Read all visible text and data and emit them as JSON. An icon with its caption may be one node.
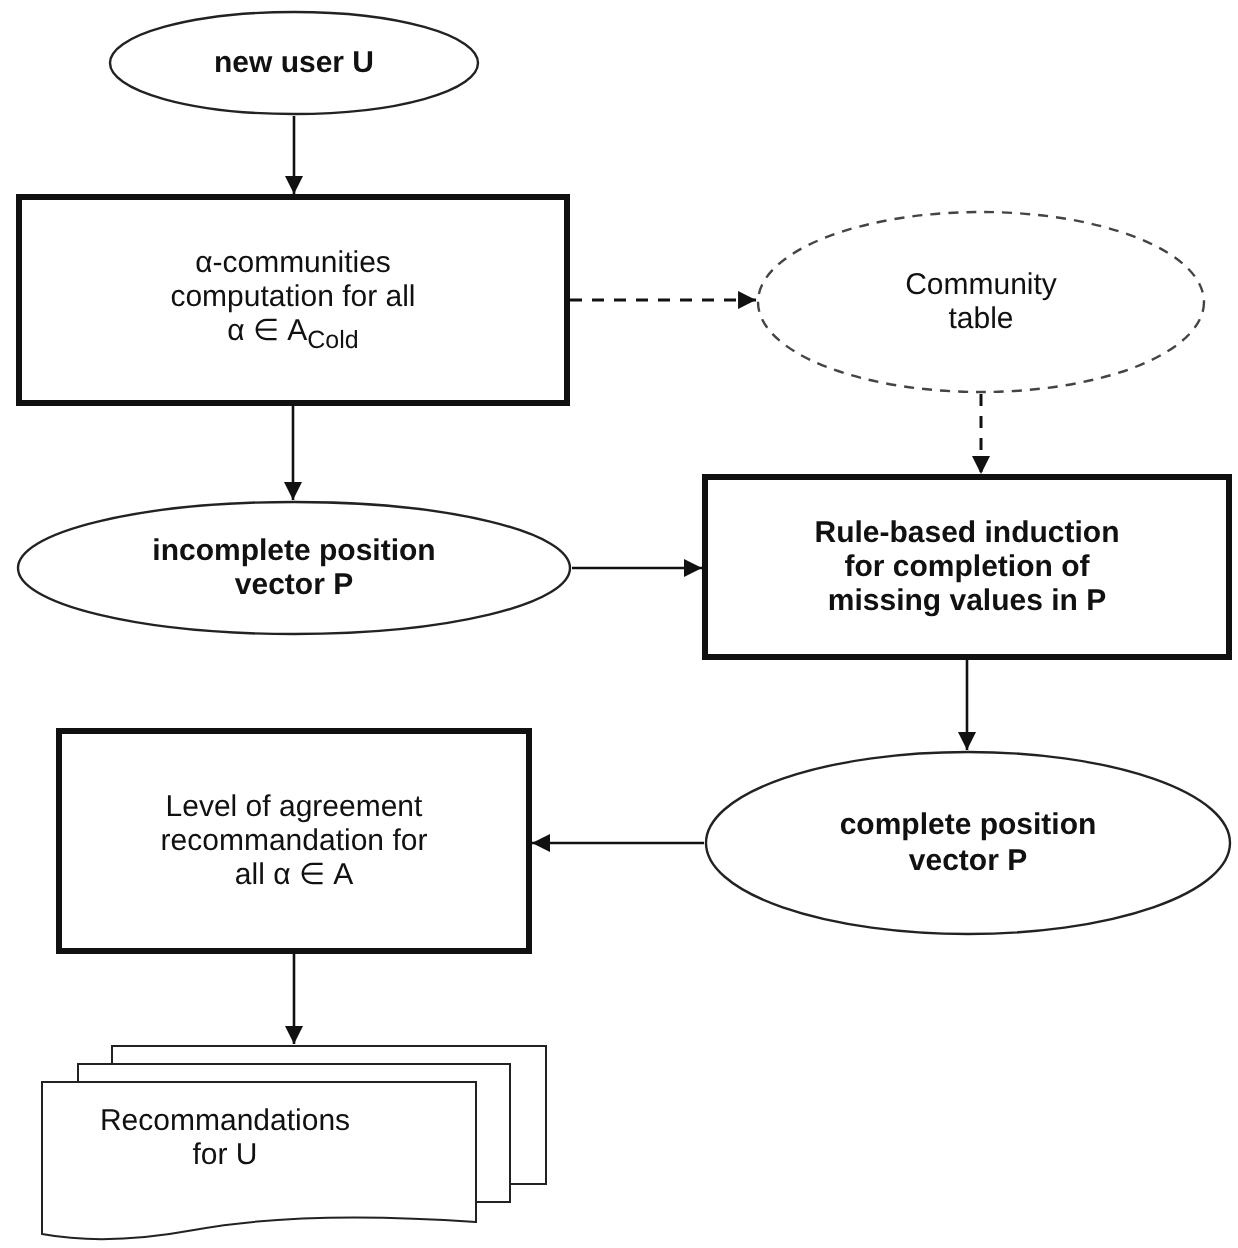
{
  "diagram": {
    "nodes": [
      {
        "text": [
          "new user U"
        ]
      },
      {
        "text": [
          "α-communities computation for all α ∈ A$_{Cold}$"
        ]
      },
      {
        "text": [
          "Community table"
        ]
      },
      {
        "text": [
          "incomplete position vector P"
        ]
      },
      {
        "text": [
          "Rule-based induction for completion of missing values in P"
        ]
      },
      {
        "text": [
          "complete position vector P"
        ]
      },
      {
        "text": [
          "Level of agreement recommandation for all α ∈ A"
        ]
      },
      {
        "text": [
          "Recommandations for U"
        ]
      }
    ],
    "edges": [
      {
        "from": 0,
        "to": 1,
        "arrow": "to"
      },
      {
        "from": 1,
        "to": 2,
        "arrow": "to",
        "style": "dashed"
      },
      {
        "from": 2,
        "to": 4,
        "arrow": "to",
        "style": "dashed"
      },
      {
        "from": 1,
        "to": 3,
        "arrow": "to"
      },
      {
        "from": 3,
        "to": 4,
        "arrow": "to"
      },
      {
        "from": 4,
        "to": 5,
        "arrow": "to"
      },
      {
        "from": 5,
        "to": 6,
        "arrow": "to"
      },
      {
        "from": 6,
        "to": 7,
        "arrow": "to"
      }
    ]
  }
}
